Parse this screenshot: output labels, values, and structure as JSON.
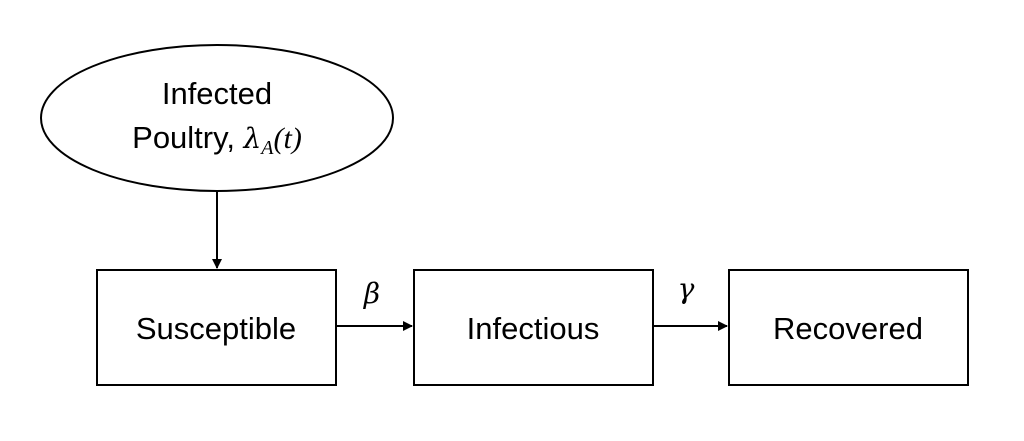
{
  "source_node": {
    "line1": "Infected",
    "line2_text": "Poultry, ",
    "rate_symbol": "λ",
    "rate_subscript": "A",
    "rate_argument": "(t)"
  },
  "compartments": [
    {
      "id": "susceptible",
      "label": "Susceptible"
    },
    {
      "id": "infectious",
      "label": "Infectious"
    },
    {
      "id": "recovered",
      "label": "Recovered"
    }
  ],
  "transitions": [
    {
      "from": "susceptible",
      "to": "infectious",
      "rate": "β"
    },
    {
      "from": "infectious",
      "to": "recovered",
      "rate": "γ"
    }
  ]
}
